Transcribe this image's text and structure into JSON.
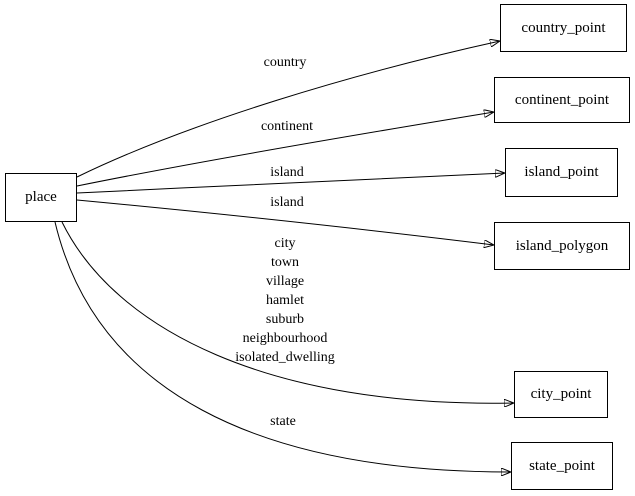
{
  "diagram": {
    "background_color": "#ffffff",
    "line_color": "#000000",
    "nodes": {
      "place": {
        "label": "place"
      },
      "country_point": {
        "label": "country_point"
      },
      "continent_point": {
        "label": "continent_point"
      },
      "island_point": {
        "label": "island_point"
      },
      "island_polygon": {
        "label": "island_polygon"
      },
      "city_point": {
        "label": "city_point"
      },
      "state_point": {
        "label": "state_point"
      }
    },
    "edges": {
      "country": {
        "from": "place",
        "to": "country_point",
        "label": "country"
      },
      "continent": {
        "from": "place",
        "to": "continent_point",
        "label": "continent"
      },
      "island_to_point": {
        "from": "place",
        "to": "island_point",
        "label": "island"
      },
      "island_to_polygon": {
        "from": "place",
        "to": "island_polygon",
        "label": "island"
      },
      "city": {
        "from": "place",
        "to": "city_point",
        "label_lines": [
          "city",
          "town",
          "village",
          "hamlet",
          "suburb",
          "neighbourhood",
          "isolated_dwelling"
        ]
      },
      "state": {
        "from": "place",
        "to": "state_point",
        "label": "state"
      }
    }
  }
}
